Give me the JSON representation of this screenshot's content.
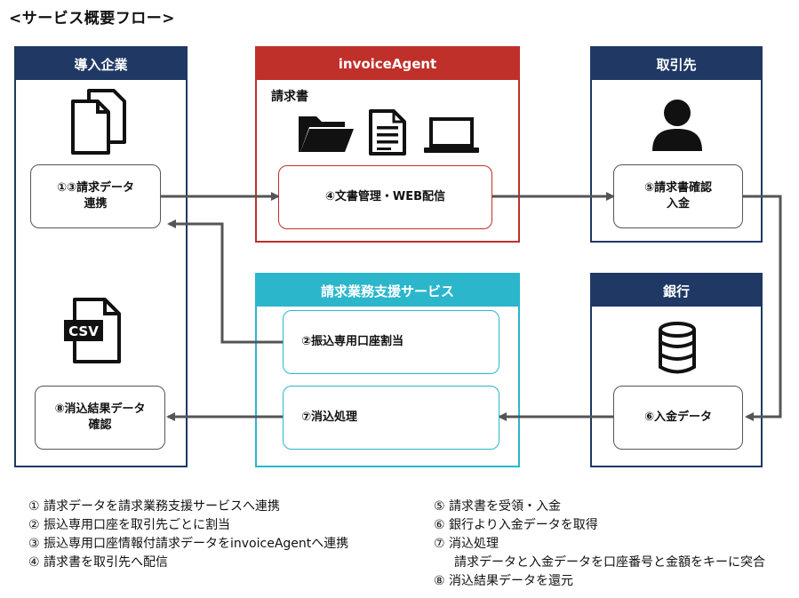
{
  "title": "<サービス概要フロー>",
  "panels": {
    "company": "導入企業",
    "invoice": "invoiceAgent",
    "partner": "取引先",
    "support": "請求業務支援サービス",
    "bank": "銀行"
  },
  "invoice_sub_label": "請求書",
  "nodes": {
    "send_data": "①③請求データ\n連携",
    "doc_manage": "④文書管理・WEB配信",
    "confirm": "⑤請求書確認\n入金",
    "assign": "②振込専用口座割当",
    "reconcile": "⑦消込処理",
    "deposit": "⑥入金データ",
    "result": "⑧消込結果データ\n確認"
  },
  "csv_label": "CSV",
  "legend_left": [
    "① 請求データを請求業務支援サービスへ連携",
    "② 振込専用口座を取引先ごとに割当",
    "③ 振込専用口座情報付請求データをinvoiceAgentへ連携",
    "④ 請求書を取引先へ配信"
  ],
  "legend_right": [
    "⑤ 請求書を受領・入金",
    "⑥ 銀行より入金データを取得",
    "⑦ 消込処理",
    "請求データと入金データを口座番号と金額をキーに突合",
    "⑧ 消込結果データを還元"
  ],
  "colors": {
    "navy": "#1f3864",
    "red": "#c0302a",
    "teal": "#2bb6cc",
    "arrow": "#555555"
  },
  "icons": [
    "documents-icon",
    "folder-icon",
    "document-icon",
    "laptop-icon",
    "person-icon",
    "csv-file-icon",
    "database-icon",
    "database-search-icon"
  ]
}
